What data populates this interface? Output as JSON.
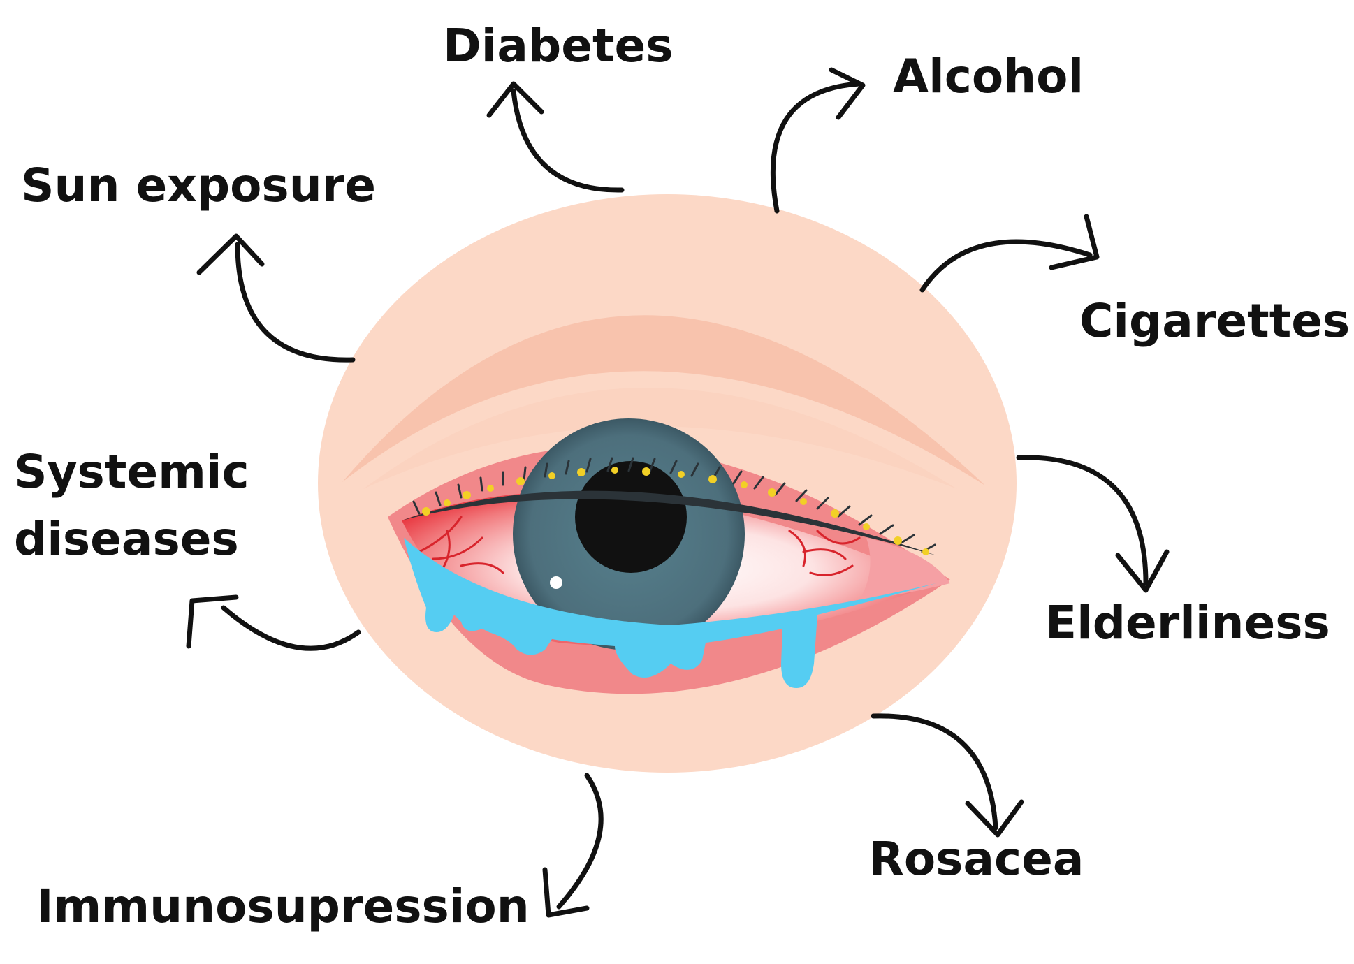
{
  "factors": {
    "diabetes": "Diabetes",
    "alcohol": "Alcohol",
    "sun_exposure": "Sun exposure",
    "cigarettes": "Cigarettes",
    "systemic_line1": "Systemic",
    "systemic_line2": "diseases",
    "elderliness": "Elderliness",
    "rosacea": "Rosacea",
    "immunosuppression": "Immunosupression"
  },
  "colors": {
    "text": "#111111",
    "arrow": "#111111",
    "skin_outer": "#fcd8c6",
    "skin_inner": "#f9c1ad",
    "eyelid_red": "#f1888a",
    "sclera_red": "#e8323b",
    "iris": "#4d6f7c",
    "pupil": "#111111",
    "tears": "#55cdf2",
    "crust": "#f2d026"
  },
  "icons": [
    "red-eye-illustration",
    "curved-arrow-icon"
  ]
}
